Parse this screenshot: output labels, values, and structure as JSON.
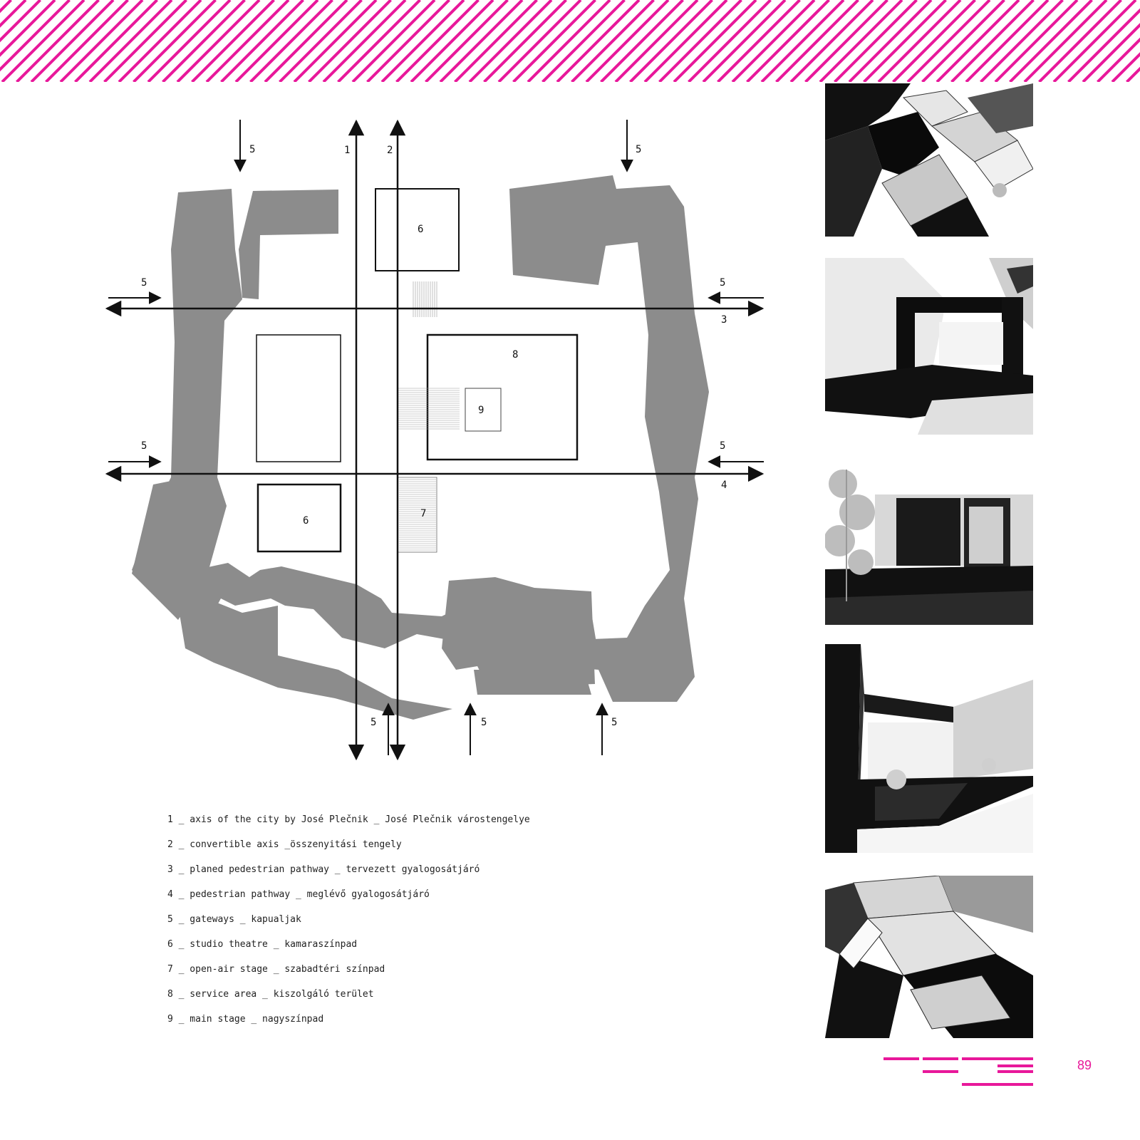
{
  "colors": {
    "accent": "#e8189a",
    "mass": "#8c8c8c",
    "line": "#111111"
  },
  "plan": {
    "labels": {
      "axis1": "1",
      "axis2": "2",
      "axis3": "3",
      "axis4": "4",
      "gateway": "5",
      "studio_a": "6",
      "studio_b": "6",
      "open_air": "7",
      "service": "8",
      "main_stage": "9"
    }
  },
  "legend": {
    "items": [
      "1 _ axis of the city by José Plečnik _ José Plečnik várostengelye",
      "2 _ convertible axis _összenyitási tengely",
      "3 _ planed pedestrian pathway _ tervezett gyalogosátjáró",
      "4 _ pedestrian pathway _ meglévő gyalogosátjáró",
      "5 _ gateways _ kapualjak",
      "6 _ studio theatre _ kamaraszínpad",
      "7 _ open-air stage _ szabadtéri színpad",
      "8 _ service area _ kiszolgáló terület",
      "9 _ main stage _ nagyszínpad"
    ]
  },
  "page": {
    "number": "89"
  }
}
